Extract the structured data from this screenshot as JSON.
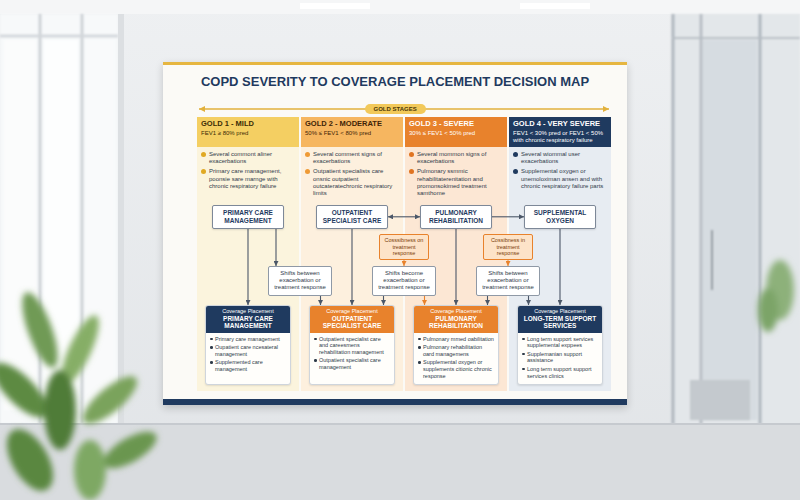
{
  "diagram": {
    "title": "COPD SEVERITY TO COVERAGE PLACEMENT DECISION MAP",
    "nodes": [
      {
        "text": [
          "GOLD STAGES"
        ]
      },
      {
        "text": [
          "GOLD 1 - MILD",
          "FEV1 ≥ 80% pred",
          "Several commont aliner exacerbations",
          "Primary care management, poonsie sare marnge with chronic respiratory failure"
        ]
      },
      {
        "text": [
          "GOLD 2 - MODERATE",
          "50% ≤ FEV1 < 80% pred",
          "Several comment signs of exacerbations",
          "Outpatient specialists care onsnic outpatient outcateratechronic respiratory limits"
        ]
      },
      {
        "text": [
          "GOLD 3 - SEVERE",
          "30% ≤ FEV1 < 50% pred",
          "Several mommon signs of exacerbations",
          "Pulmonary ssmmic rehabilitaterenitation and promonsokimed treatment samthome"
        ]
      },
      {
        "text": [
          "GOLD 4 - VERY SEVERE",
          "FEV1 < 30% pred or FEV1 < 50% with chronic respiratory failure",
          "Several wiommal user exacerbations",
          "Supplemental oxygen or unemoloximan ansen and with chronic respiratory failure parts"
        ]
      },
      {
        "text": [
          "PRIMARY CARE MANAGEMENT"
        ],
        "in": 1
      },
      {
        "text": [
          "OUTPATIENT SPECIALIST CARE"
        ],
        "in": 2
      },
      {
        "text": [
          "PULMONARY REHABILITATION"
        ],
        "in": 3
      },
      {
        "text": [
          "SUPPLEMENTAL OXYGEN"
        ],
        "in": 4
      },
      {
        "text": [
          "Cosssibness on treatment response"
        ]
      },
      {
        "text": [
          "Cossibness in treatment response"
        ]
      },
      {
        "text": [
          "Shifts between exacerbation or treatment response"
        ]
      },
      {
        "text": [
          "Shifts become exacerbation or treatment response"
        ]
      },
      {
        "text": [
          "Shifts between exacerbation or treatment response"
        ]
      },
      {
        "text": [
          "Coverage Placement",
          "PRIMARY CARE MANAGEMENT",
          "Primary care management",
          "Oupatient care ncesateral management",
          "Supplemented care management"
        ],
        "in": 1
      },
      {
        "text": [
          "Coverage Placement",
          "OUTPATIENT SPECIALIST CARE",
          "Outpatient specialist care and careesmens rehabilitation management",
          "Outpatient specialist care management"
        ],
        "in": 2
      },
      {
        "text": [
          "Coverage Placement",
          "PULMONARY REHABILITATION",
          "Pulmonary mmed oabilitation",
          "Pulmonary rehabilitation oard managemens",
          "Supplemental oxygen or supplements citionic chronic response"
        ],
        "in": 3
      },
      {
        "text": [
          "Coverage Placement",
          "LONG-TERM SUPPORT SERVICES",
          "Long term support services supplemental exppees",
          "Supplemanian support assistance",
          "Long term support support services clinics"
        ],
        "in": 4
      }
    ],
    "edges": [
      {
        "from": 6,
        "to": 7,
        "arrow": "both"
      },
      {
        "from": 7,
        "to": 8,
        "arrow": "to"
      },
      {
        "from": 5,
        "to": 11,
        "arrow": "to"
      },
      {
        "from": 9,
        "to": 12,
        "arrow": "to"
      },
      {
        "from": 10,
        "to": 13,
        "arrow": "to"
      },
      {
        "from": 5,
        "to": 14,
        "arrow": "to"
      },
      {
        "from": 6,
        "to": 15,
        "arrow": "to"
      },
      {
        "from": 7,
        "to": 16,
        "arrow": "to"
      },
      {
        "from": 8,
        "to": 17,
        "arrow": "to"
      },
      {
        "from": 11,
        "to": 15,
        "arrow": "to"
      },
      {
        "from": 12,
        "to": 15,
        "arrow": "to"
      },
      {
        "from": 12,
        "to": 16,
        "arrow": "to"
      },
      {
        "from": 13,
        "to": 16,
        "arrow": "to"
      },
      {
        "from": 13,
        "to": 17,
        "arrow": "to"
      }
    ]
  }
}
